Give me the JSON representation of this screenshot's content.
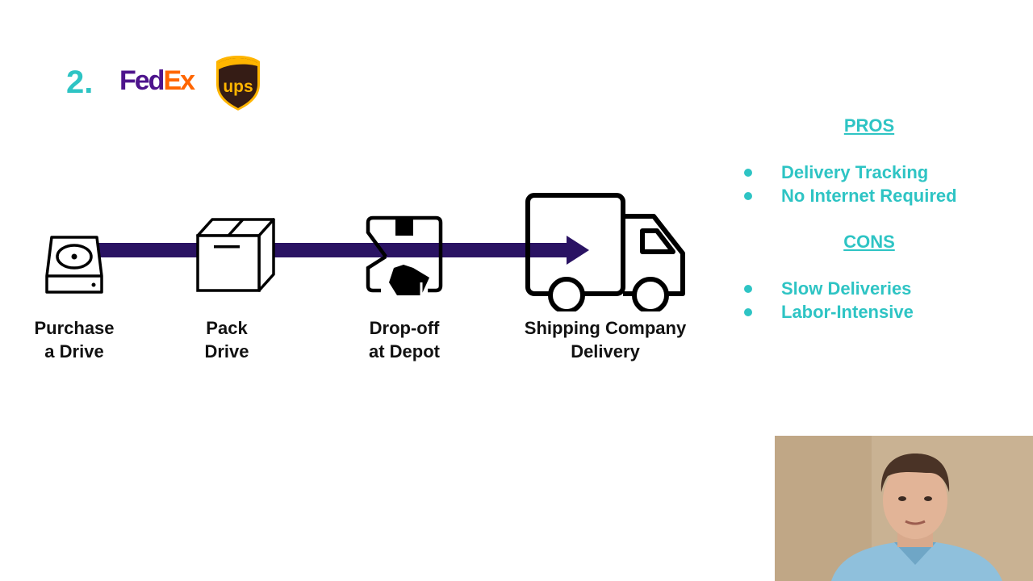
{
  "slide": {
    "number": "2.",
    "logos": {
      "fedex_fed": "Fed",
      "fedex_ex": "Ex",
      "ups": "ups"
    }
  },
  "steps": [
    {
      "line1": "Purchase",
      "line2": "a Drive",
      "icon": "hard-drive-icon"
    },
    {
      "line1": "Pack",
      "line2": "Drive",
      "icon": "box-icon"
    },
    {
      "line1": "Drop-off",
      "line2": "at Depot",
      "icon": "depot-icon"
    },
    {
      "line1": "Shipping Company",
      "line2": "Delivery",
      "icon": "truck-icon"
    }
  ],
  "pros": {
    "heading": "PROS",
    "items": [
      "Delivery Tracking",
      "No Internet Required"
    ]
  },
  "cons": {
    "heading": "CONS",
    "items": [
      "Slow Deliveries",
      "Labor-Intensive"
    ]
  },
  "colors": {
    "accent": "#2ec4c4",
    "arrow": "#2a1363",
    "fedex_purple": "#4d148c",
    "fedex_orange": "#ff6600",
    "ups_brown": "#351c15",
    "ups_gold": "#ffb500"
  }
}
